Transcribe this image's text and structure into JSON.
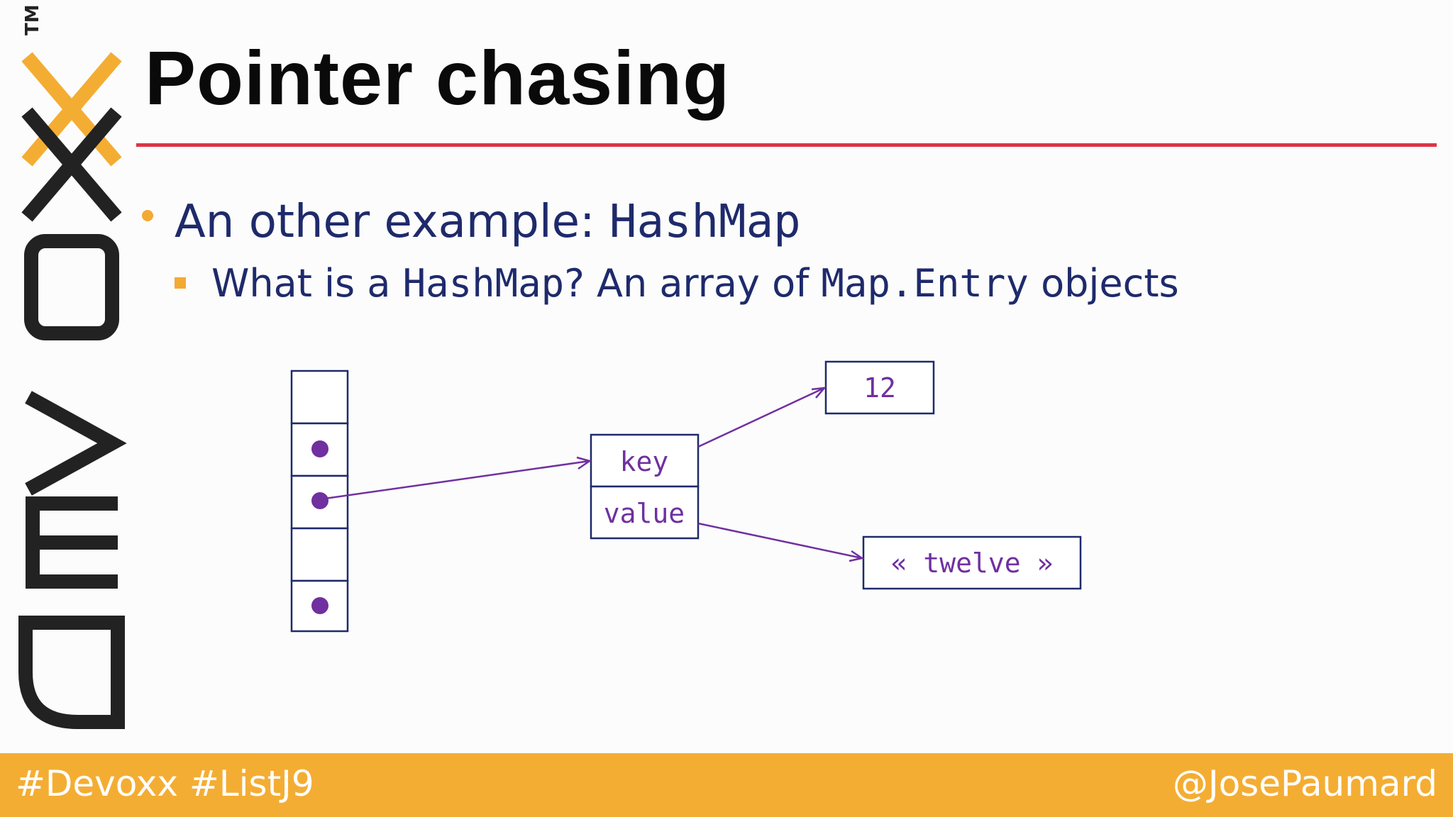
{
  "logo": {
    "text": "DEVOXX",
    "trademark": "TM",
    "colors": {
      "dark": "#222222",
      "accent": "#f4ad33"
    }
  },
  "slide": {
    "title": "Pointer chasing",
    "bullets": [
      {
        "text": "An other example: ",
        "code": "HashMap"
      },
      {
        "parts": [
          "What is a ",
          "HashMap",
          "? An array of ",
          "Map.Entry",
          " objects"
        ]
      }
    ]
  },
  "diagram": {
    "array_slots": [
      {
        "has_pointer": false
      },
      {
        "has_pointer": true
      },
      {
        "has_pointer": true
      },
      {
        "has_pointer": false
      },
      {
        "has_pointer": true
      }
    ],
    "entry": {
      "key_label": "key",
      "value_label": "value"
    },
    "key_object": "12",
    "value_object": "« twelve »"
  },
  "footer": {
    "left": "#Devoxx #ListJ9",
    "right": "@JosePaumard"
  },
  "colors": {
    "accent": "#f4ad33",
    "rule": "#dc3545",
    "text": "#1e2a6b",
    "pointer": "#7030a0"
  }
}
